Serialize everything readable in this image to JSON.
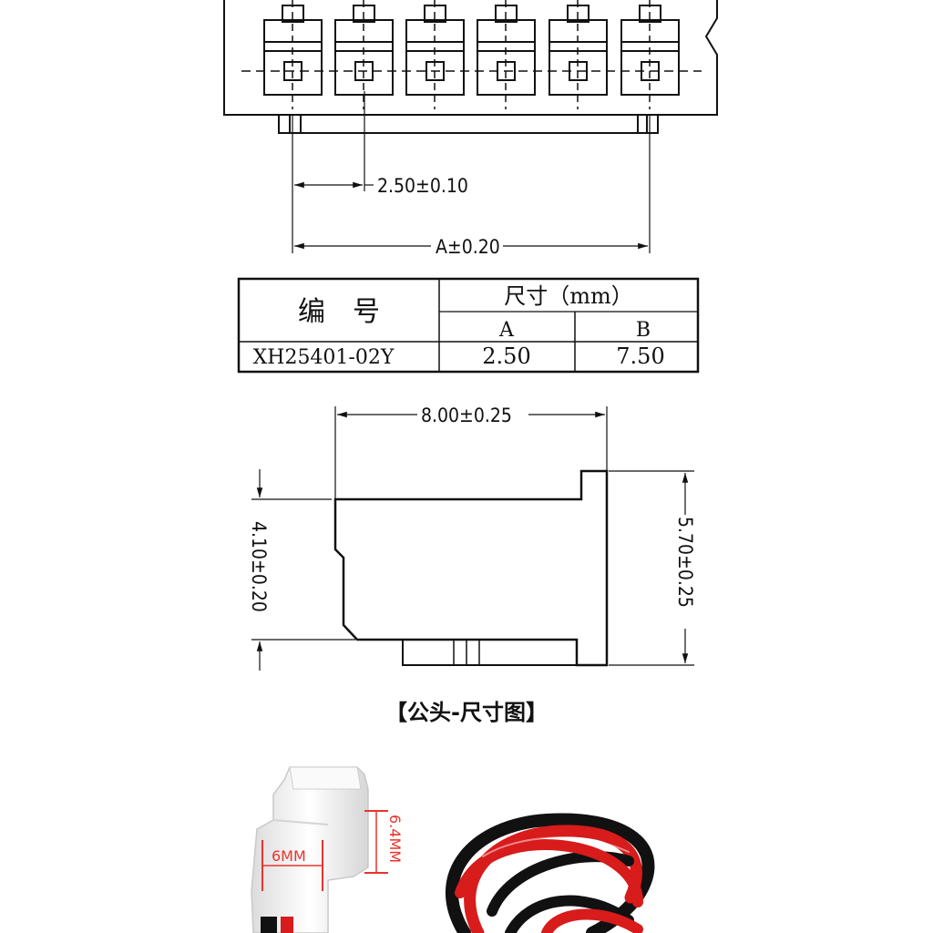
{
  "top_view": {
    "pitch_label": "2.50±0.10",
    "span_label": "A±0.20"
  },
  "spec_table": {
    "header_part_no": "编　号",
    "header_size": "尺寸（mm）",
    "col_a": "A",
    "col_b": "B",
    "rows": [
      {
        "part_no": "XH25401-02Y",
        "a": "2.50",
        "b": "7.50"
      }
    ]
  },
  "side_view": {
    "width_label": "8.00±0.25",
    "height_left_label": "4.10±0.20",
    "height_right_label": "5.70±0.25"
  },
  "caption": "【公头-尺寸图】",
  "photo": {
    "width_tag": "6MM",
    "height_tag": "6.4MM"
  },
  "colors": {
    "line": "#111111",
    "annotation_red": "#e8342e",
    "connector_white": "#f4f4f4",
    "wire_red": "#d81b1b",
    "wire_black": "#111111"
  }
}
